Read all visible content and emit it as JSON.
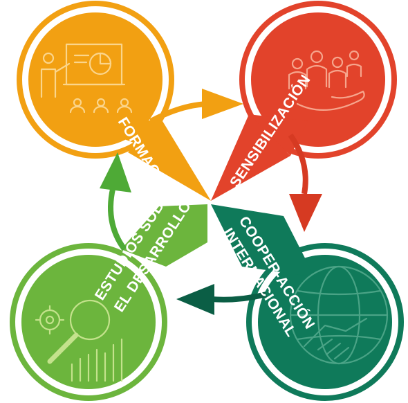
{
  "diagram": {
    "segments": [
      {
        "id": "formacion",
        "label": "FORMACIÓN",
        "color": "#f2a012",
        "light": "#f7c45a",
        "icon": "presentation-icon"
      },
      {
        "id": "sensibilizacion",
        "label": "SENSIBILIZACIÓN",
        "color": "#e2432b",
        "light": "#f08a6c",
        "icon": "people-hand-icon"
      },
      {
        "id": "cooperacion",
        "label_lines": [
          "COOPER-ACCIÓN",
          "INTERNACIONAL"
        ],
        "color": "#0f7a5a",
        "light": "#4aa386",
        "icon": "handshake-globe-icon"
      },
      {
        "id": "estudios",
        "label_lines": [
          "ESTUDIOS SOBRE",
          "EL DESARROLLO"
        ],
        "color": "#6cb53d",
        "light": "#a6d36c",
        "icon": "magnifier-gear-icon"
      }
    ],
    "arrow_colors": {
      "orange": "#f2a012",
      "red": "#d63a22",
      "green": "#0b5e45",
      "lightgreen": "#4eaa36"
    }
  }
}
